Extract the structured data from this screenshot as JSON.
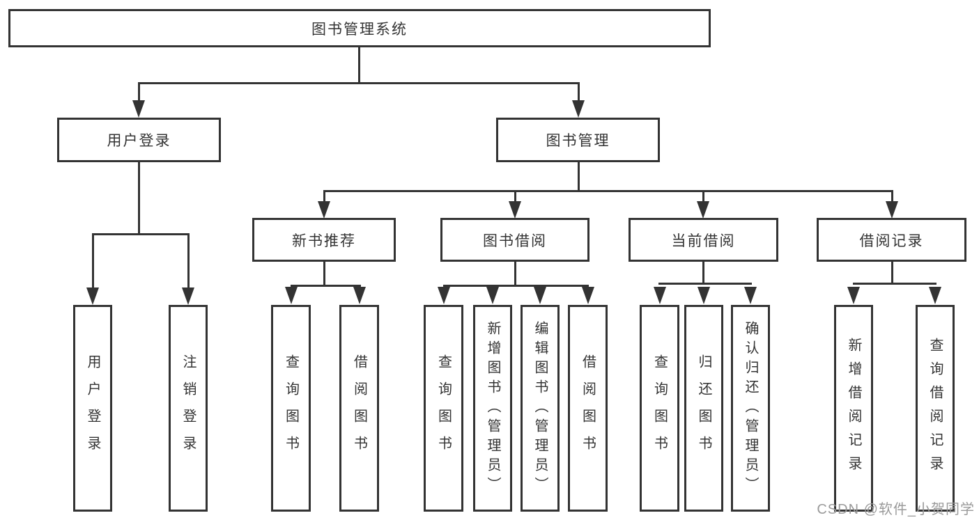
{
  "diagram": {
    "type": "hierarchy-tree",
    "tree": {
      "label": "图书管理系统",
      "children": [
        {
          "label": "用户登录",
          "children": [
            {
              "label": "用户登录"
            },
            {
              "label": "注销登录"
            }
          ]
        },
        {
          "label": "图书管理",
          "children": [
            {
              "label": "新书推荐",
              "children": [
                {
                  "label": "查询图书"
                },
                {
                  "label": "借阅图书"
                }
              ]
            },
            {
              "label": "图书借阅",
              "children": [
                {
                  "label": "查询图书"
                },
                {
                  "label": "新增图书（管理员）"
                },
                {
                  "label": "编辑图书（管理员）"
                },
                {
                  "label": "借阅图书"
                }
              ]
            },
            {
              "label": "当前借阅",
              "children": [
                {
                  "label": "查询图书"
                },
                {
                  "label": "归还图书"
                },
                {
                  "label": "确认归还（管理员）"
                }
              ]
            },
            {
              "label": "借阅记录",
              "children": [
                {
                  "label": "新增借阅记录"
                },
                {
                  "label": "查询借阅记录"
                }
              ]
            }
          ]
        }
      ]
    },
    "watermark": "CSDN @软件_小贺同学",
    "colors": {
      "line": "#333333",
      "box_border": "#333333",
      "text": "#333333",
      "watermark": "#9a9a9a",
      "background": "#ffffff"
    }
  }
}
